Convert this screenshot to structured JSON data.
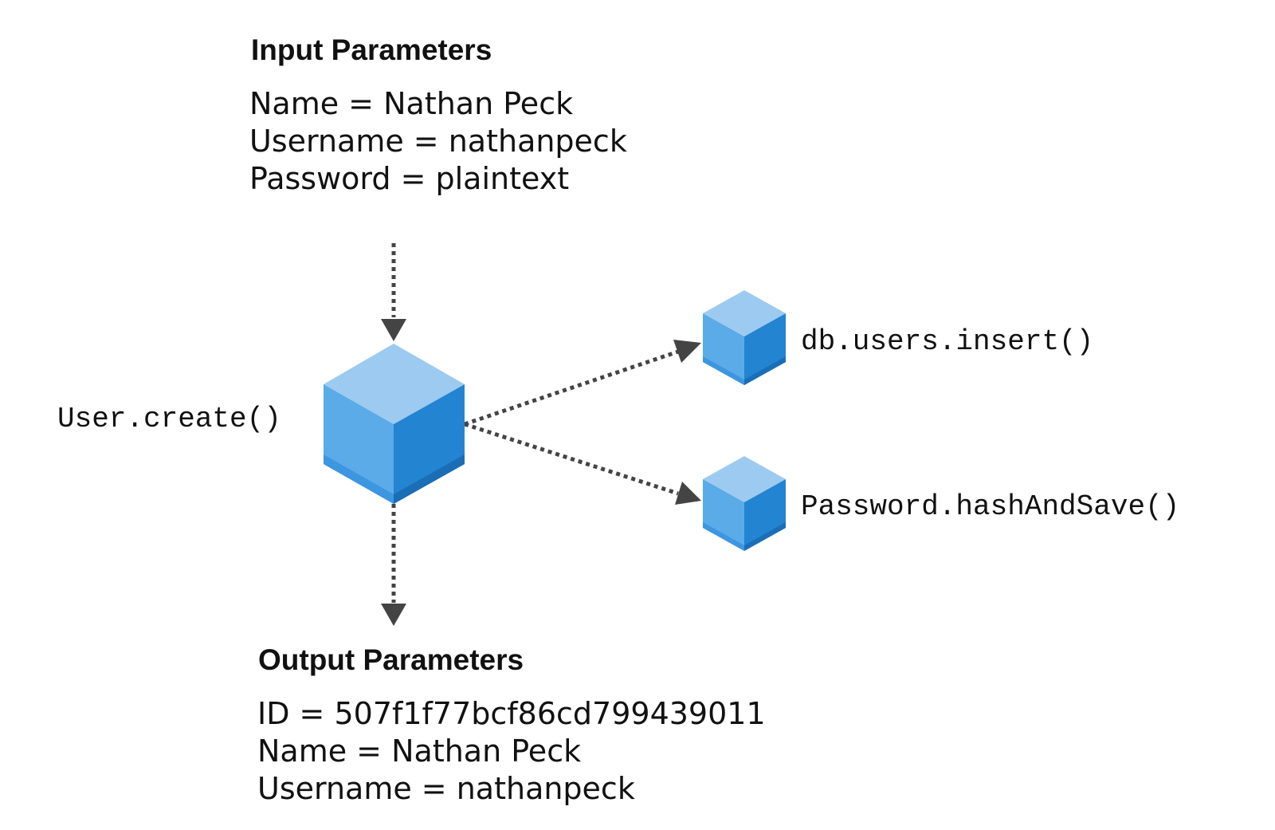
{
  "input": {
    "title": "Input Parameters",
    "lines": [
      "Name = Nathan Peck",
      "Username = nathanpeck",
      "Password = plaintext"
    ]
  },
  "output": {
    "title": "Output Parameters",
    "lines": [
      "ID = 507f1f77bcf86cd799439011",
      "Name = Nathan Peck",
      "Username = nathanpeck"
    ]
  },
  "nodes": {
    "main": {
      "label": "User.create()",
      "icon": "cube-icon"
    },
    "db": {
      "label": "db.users.insert()",
      "icon": "cube-icon"
    },
    "password": {
      "label": "Password.hashAndSave()",
      "icon": "cube-icon"
    }
  },
  "colors": {
    "cube_top": "#9DCAF0",
    "cube_left": "#5AABE8",
    "cube_right": "#2384D2",
    "cube_bottom_left": "#3D96E0",
    "cube_bottom_right": "#1B6EB6",
    "arrow": "#444444",
    "text": "#111111"
  }
}
